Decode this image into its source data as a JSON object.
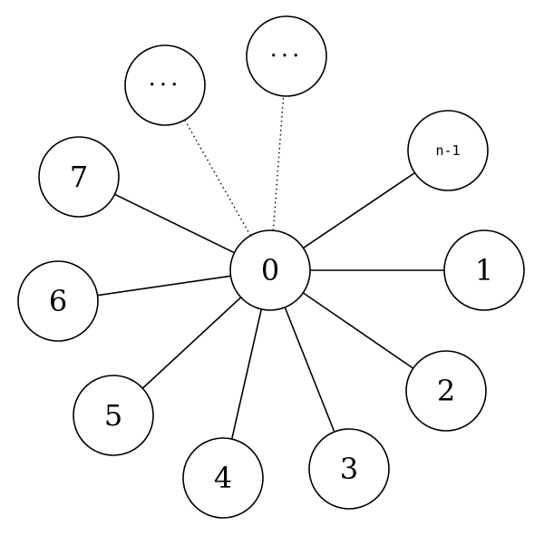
{
  "diagram": {
    "type": "star-graph",
    "center": {
      "id": "0",
      "label": "0"
    },
    "leaves": [
      {
        "id": "1",
        "label": "1",
        "edge": "solid"
      },
      {
        "id": "2",
        "label": "2",
        "edge": "solid"
      },
      {
        "id": "3",
        "label": "3",
        "edge": "solid"
      },
      {
        "id": "4",
        "label": "4",
        "edge": "solid"
      },
      {
        "id": "5",
        "label": "5",
        "edge": "solid"
      },
      {
        "id": "6",
        "label": "6",
        "edge": "solid"
      },
      {
        "id": "7",
        "label": "7",
        "edge": "solid"
      },
      {
        "id": "ellipsis-a",
        "label": "···",
        "edge": "dotted"
      },
      {
        "id": "ellipsis-b",
        "label": "···",
        "edge": "dotted"
      },
      {
        "id": "n-1",
        "label": "n-1",
        "edge": "solid"
      }
    ]
  }
}
